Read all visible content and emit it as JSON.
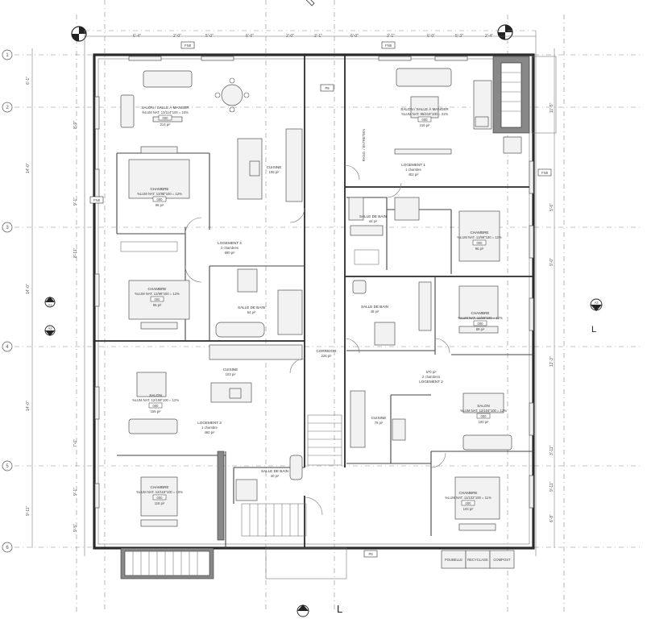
{
  "plan": {
    "grid_rows": [
      "1",
      "2",
      "3",
      "4",
      "5",
      "6"
    ],
    "left_dims": [
      "6'-1\"",
      "8'-9\"",
      "14'-0\"",
      "9'-1\"",
      "8'-11\"",
      "14'-0\"",
      "7'-0\"",
      "9'-1\"",
      "9'-11\"",
      "9'-5\""
    ],
    "right_dims": [
      "11'-5\"",
      "5'-6\"",
      "9'-0\"",
      "12'-3\"",
      "3'-11\"",
      "9'-11\"",
      "6'-8\""
    ],
    "top_dims": [
      "6'-4\"",
      "2'-0\"",
      "5'-0\"",
      "6'-0\"",
      "2'-0\"",
      "2'-1\"",
      "6'-0\"",
      "3'-1\"",
      "6'-0\"",
      "5'-3\"",
      "2'-4\""
    ],
    "units": [
      {
        "title": "LOGEMENT 4",
        "sub": "2 chambres",
        "area": "690 pi²",
        "rooms": [
          {
            "name": "SALON / SALLE À MANGER",
            "light": "%LUM NAT. 12/114\"100 = 24%",
            "tag": "000",
            "area": "214 pi²"
          },
          {
            "name": "CUISINE",
            "area": "106 pi²"
          },
          {
            "name": "CHAMBRE",
            "light": "%LUM NAT. 12/98\"100 = 12%",
            "tag": "000",
            "area": "96 pi²"
          },
          {
            "name": "CHAMBRE",
            "light": "%LUM NAT. 12/98\"100 = 12%",
            "tag": "000",
            "area": "95 pi²"
          },
          {
            "name": "SALLE DE BAIN",
            "area": "64 pi²"
          }
        ]
      },
      {
        "title": "LOGEMENT 1",
        "sub": "1 chambre",
        "area": "402 pi²",
        "rooms": [
          {
            "name": "SALON / SALLE À MANGER",
            "light": "%LUM NAT. 96/216\"100 = 31%",
            "tag": "000",
            "area": "216 pi²"
          },
          {
            "name": "SALLE DE BAIN",
            "area": "44 pi²"
          },
          {
            "name": "CHAMBRE",
            "light": "%LUM NAT. 11/98\"100 = 12%",
            "tag": "000",
            "area": "96 pi²"
          },
          {
            "name": "RANG. / ENTRETIEN",
            "area": ""
          }
        ]
      },
      {
        "title": "LOGEMENT 3",
        "sub": "1 chambre",
        "area": "460 pi²",
        "rooms": [
          {
            "name": "CUISINE",
            "area": "103 pi²"
          },
          {
            "name": "SALON",
            "light": "%LUM NAT. 12/159\"100 = 12%",
            "tag": "000",
            "area": "155 pi²"
          },
          {
            "name": "CHAMBRE",
            "light": "%LUM NAT. 12/118\"100 = 10%",
            "tag": "000",
            "area": "118 pi²"
          },
          {
            "name": "SALLE DE BAIN",
            "area": "40 pi²"
          }
        ]
      },
      {
        "title": "LOGEMENT 2",
        "sub": "2 chambres",
        "area": "570 pi²",
        "rooms": [
          {
            "name": "CHAMBRE",
            "light": "%LUM NAT. 11/88\"100 = 12%",
            "tag": "000",
            "area": "89 pi²"
          },
          {
            "name": "SALLE DE BAIN",
            "area": "48 pi²"
          },
          {
            "name": "SALON",
            "light": "%LUM NAT. 12/104\"100 = 12%",
            "tag": "000",
            "area": "100 pi²"
          },
          {
            "name": "CUISINE",
            "area": "78 pi²"
          },
          {
            "name": "CHAMBRE",
            "light": "%LUM NAT. 11/102\"100 = 11%",
            "tag": "000",
            "area": "103 pi²"
          }
        ]
      }
    ],
    "corridor": {
      "name": "CORRIDOR",
      "area": "226 pi²"
    },
    "bins": [
      "POUBELLE",
      "RECYCLAGE",
      "COMPOST"
    ],
    "section_tags": [
      "A1",
      "A3",
      "A3"
    ],
    "view_marks": [
      "L",
      "L"
    ],
    "misc": {
      "fenetre": "FN8",
      "porte": "P8"
    }
  }
}
